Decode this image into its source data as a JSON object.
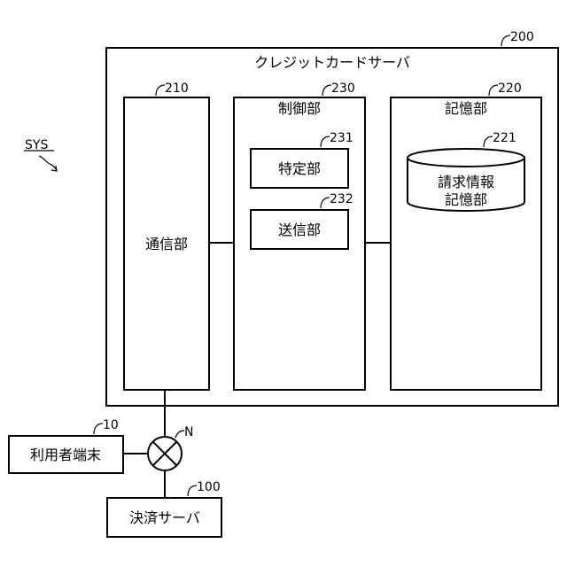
{
  "system": {
    "ref": "SYS"
  },
  "server": {
    "ref": "200",
    "title": "クレジットカードサーバ",
    "comm": {
      "ref": "210",
      "label": "通信部"
    },
    "control": {
      "ref": "230",
      "label": "制御部",
      "identify": {
        "ref": "231",
        "label": "特定部"
      },
      "send": {
        "ref": "232",
        "label": "送信部"
      }
    },
    "storage": {
      "ref": "220",
      "label": "記憶部",
      "billing_db": {
        "ref": "221",
        "label_line1": "請求情報",
        "label_line2": "記憶部"
      }
    }
  },
  "network": {
    "ref": "N"
  },
  "user_terminal": {
    "ref": "10",
    "label": "利用者端末"
  },
  "payment_server": {
    "ref": "100",
    "label": "決済サーバ"
  }
}
